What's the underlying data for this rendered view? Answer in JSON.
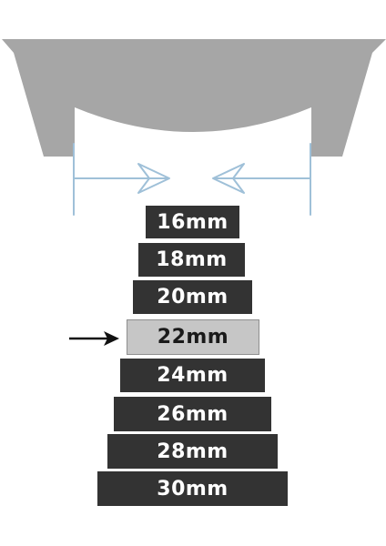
{
  "sizes": [
    {
      "label": "16mm",
      "selected": false
    },
    {
      "label": "18mm",
      "selected": false
    },
    {
      "label": "20mm",
      "selected": false
    },
    {
      "label": "22mm",
      "selected": true
    },
    {
      "label": "24mm",
      "selected": false
    },
    {
      "label": "26mm",
      "selected": false
    },
    {
      "label": "28mm",
      "selected": false
    },
    {
      "label": "30mm",
      "selected": false
    }
  ],
  "colors": {
    "lug": "#a6a6a6",
    "measure_line": "#9fc0d8",
    "bar": "#333333",
    "bar_selected": "#c6c6c6",
    "pointer": "#111111"
  }
}
